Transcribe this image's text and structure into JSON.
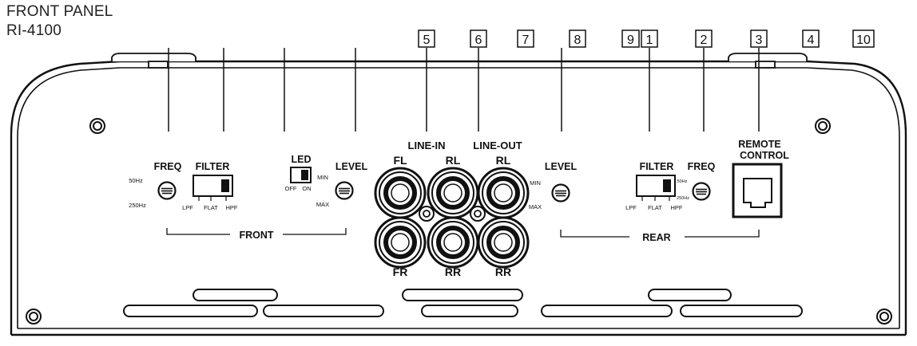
{
  "header": {
    "line1": "FRONT PANEL",
    "line2": "RI-4100"
  },
  "callouts": [
    "5",
    "6",
    "7",
    "8",
    "9",
    "1",
    "2",
    "3",
    "4",
    "10"
  ],
  "front_section": {
    "freq_label": "FREQ",
    "freq_top": "50Hz",
    "freq_bottom": "250Hz",
    "filter_label": "FILTER",
    "filter_positions": [
      "LPF",
      "FLAT",
      "HPF"
    ],
    "led_label": "LED",
    "led_off": "OFF",
    "led_on": "ON",
    "level_label": "LEVEL",
    "level_min": "MIN",
    "level_max": "MAX",
    "group_label": "FRONT"
  },
  "line_section": {
    "line_in": "LINE-IN",
    "line_out": "LINE-OUT",
    "fl": "FL",
    "rl_in": "RL",
    "rl_out": "RL",
    "fr": "FR",
    "rr_in": "RR",
    "rr_out": "RR"
  },
  "rear_section": {
    "level_label": "LEVEL",
    "level_min": "MIN",
    "level_max": "MAX",
    "filter_label": "FILTER",
    "filter_positions": [
      "LPF",
      "FLAT",
      "HPF"
    ],
    "freq_label": "FREQ",
    "freq_top": "50Hz",
    "freq_bottom": "250Hz",
    "remote_line1": "REMOTE",
    "remote_line2": "CONTROL",
    "group_label": "REAR"
  }
}
